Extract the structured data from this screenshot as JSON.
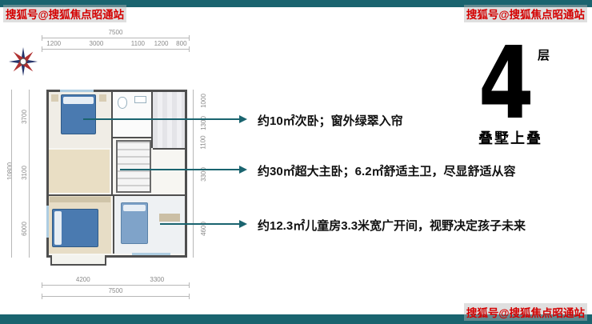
{
  "colors": {
    "accent-teal": "#1a646f",
    "watermark-red": "#d40000",
    "furniture-blue": "#4a7ab0"
  },
  "watermark": {
    "text": "搜狐号@搜狐焦点昭通站"
  },
  "floor_badge": {
    "number": "4",
    "unit": "层",
    "subtitle": "叠墅上叠"
  },
  "callouts": [
    {
      "text": "约10㎡次卧；窗外绿翠入帘"
    },
    {
      "text": "约30㎡超大主卧；6.2㎡舒适主卫，尽显舒适从容"
    },
    {
      "text": "约12.3㎡儿童房3.3米宽广开间，视野决定孩子未来"
    }
  ],
  "dimensions": {
    "top_total": "7500",
    "top_segments": [
      "1200",
      "3000",
      "1100",
      "1200",
      "800"
    ],
    "left_total": "10800",
    "left_segments": [
      "3700",
      "3100",
      "6000"
    ],
    "right_segments": [
      "1000",
      "1300",
      "1100",
      "3300",
      "4600"
    ],
    "bottom_segments": [
      "4200",
      "3300"
    ],
    "bottom_total": "7500"
  }
}
